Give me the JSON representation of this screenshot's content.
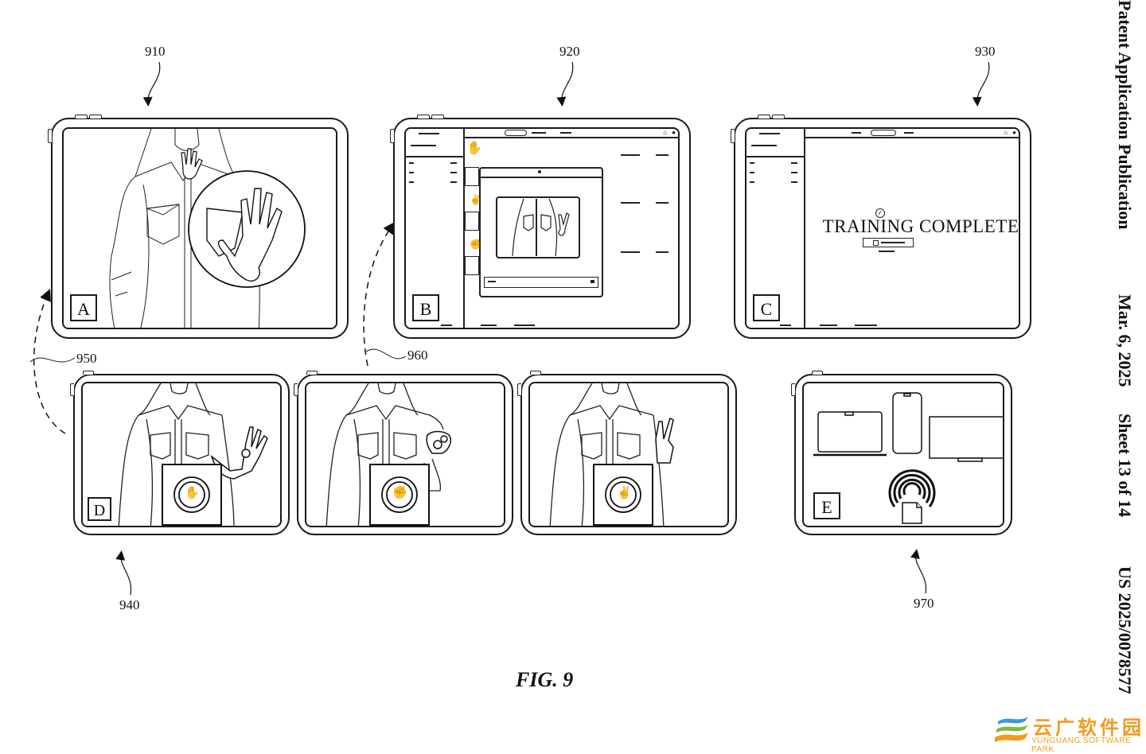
{
  "header": {
    "publication_type": "Patent Application Publication",
    "date": "Mar. 6, 2025",
    "sheet": "Sheet 13 of 14",
    "publication_number": "US 2025/0078577"
  },
  "figure": {
    "caption": "FIG. 9"
  },
  "reference_numerals": {
    "r910": "910",
    "r920": "920",
    "r930": "930",
    "r940": "940",
    "r950": "950",
    "r960": "960",
    "r970": "970"
  },
  "panels": {
    "A": {
      "label": "A",
      "description": "Person in shirt raising open palm; magnified circle inset of hand",
      "gesture": "open-palm"
    },
    "B": {
      "label": "B",
      "description": "Training app with sidebar, gesture list, and modal showing person making peace sign",
      "gesture": "peace-sign"
    },
    "C": {
      "label": "C",
      "description": "Training app showing completion message",
      "message": "TRAINING COMPLETE"
    },
    "D": {
      "label": "D",
      "frames": [
        {
          "gesture": "open-palm",
          "icon": "hand-palm-icon"
        },
        {
          "gesture": "fist",
          "icon": "fist-icon"
        },
        {
          "gesture": "peace-sign",
          "icon": "peace-sign-icon"
        }
      ]
    },
    "E": {
      "label": "E",
      "description": "Device sharing: laptop, phone, display, wireless broadcast icon with document",
      "devices": [
        "laptop",
        "phone",
        "monitor"
      ]
    }
  },
  "watermark": {
    "cn": "云广软件园",
    "en": "YUNGUANG SOFTWARE PARK"
  }
}
